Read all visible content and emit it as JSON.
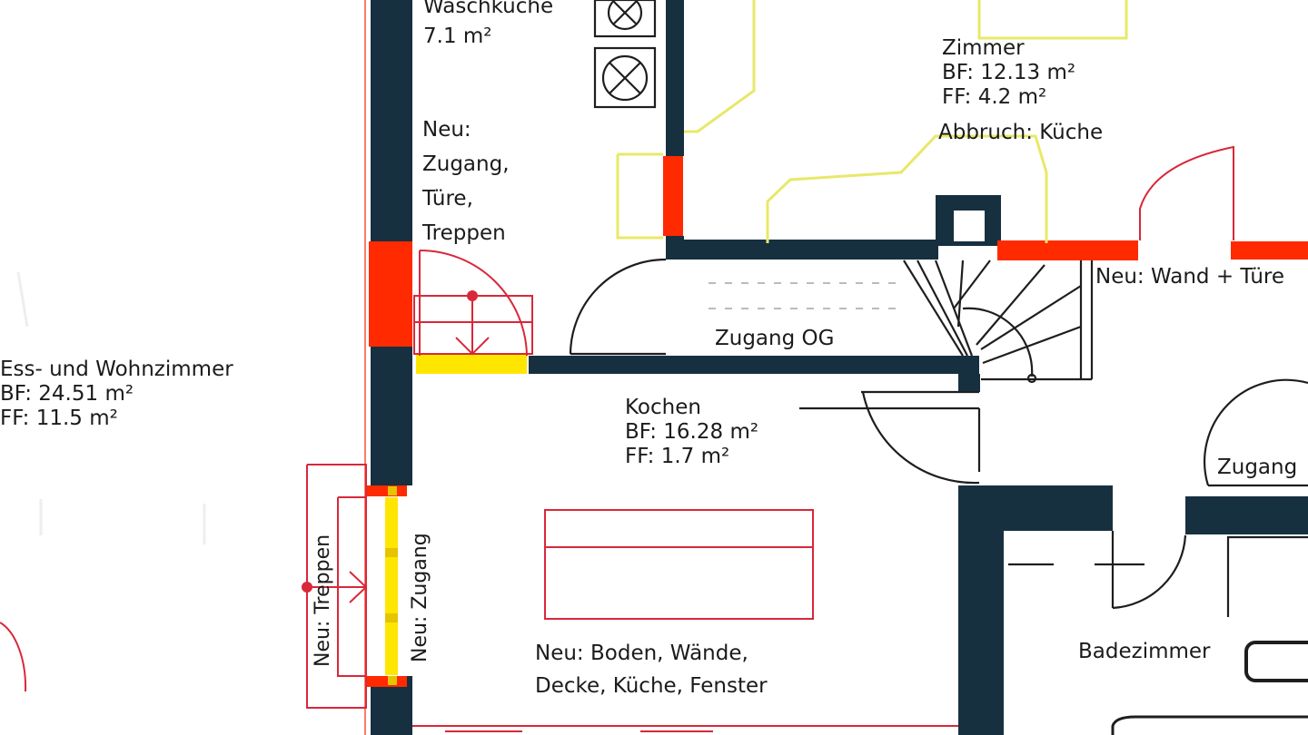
{
  "rooms": {
    "waschkueche": {
      "name": "Waschküche",
      "area": "7.1 m²"
    },
    "zimmer": {
      "name": "Zimmer",
      "bf": "BF: 12.13 m²",
      "ff": "FF: 4.2 m²",
      "note": "Abbruch: Küche"
    },
    "ess_wohn": {
      "name": "Ess- und Wohnzimmer",
      "bf": "BF: 24.51 m²",
      "ff": "FF: 11.5 m²"
    },
    "kochen": {
      "name": "Kochen",
      "bf": "BF: 16.28 m²",
      "ff": "FF: 1.7 m²",
      "note_line1": "Neu: Boden, Wände,",
      "note_line2": "Decke, Küche, Fenster"
    },
    "bad": {
      "name": "Badezimmer"
    }
  },
  "notes": {
    "neu_zugang_treppen": [
      "Neu:",
      "Zugang,",
      "Türe,",
      "Treppen"
    ],
    "zugang_og": "Zugang OG",
    "neu_wand_tuere": "Neu: Wand + Türe",
    "zugang_right": "Zugang",
    "neu_treppen": "Neu: Treppen",
    "neu_zugang": "Neu: Zugang"
  },
  "colors": {
    "wall": "#173040",
    "demolition": "#ff2a00",
    "new": "#ffe600",
    "line_red": "#d8283a",
    "fixture_yellow": "#e8e86a",
    "text": "#1b1b1b"
  }
}
